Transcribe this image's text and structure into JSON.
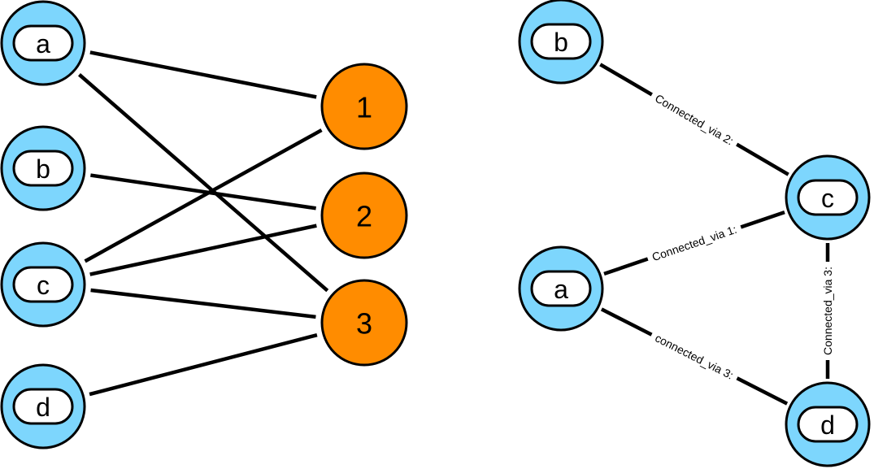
{
  "diagram": {
    "colors": {
      "entity_fill": "#7DD6FD",
      "item_fill": "#FF8C00",
      "stroke": "#000000"
    },
    "left_graph": {
      "entities": [
        {
          "id": "a",
          "label": "a"
        },
        {
          "id": "b",
          "label": "b"
        },
        {
          "id": "c",
          "label": "c"
        },
        {
          "id": "d",
          "label": "d"
        }
      ],
      "items": [
        {
          "id": "1",
          "label": "1"
        },
        {
          "id": "2",
          "label": "2"
        },
        {
          "id": "3",
          "label": "3"
        }
      ],
      "edges": [
        {
          "from": "a",
          "to": "1"
        },
        {
          "from": "a",
          "to": "3"
        },
        {
          "from": "b",
          "to": "2"
        },
        {
          "from": "c",
          "to": "1"
        },
        {
          "from": "c",
          "to": "2"
        },
        {
          "from": "c",
          "to": "3"
        },
        {
          "from": "d",
          "to": "3"
        }
      ]
    },
    "right_graph": {
      "nodes": [
        {
          "id": "b",
          "label": "b"
        },
        {
          "id": "c",
          "label": "c"
        },
        {
          "id": "a",
          "label": "a"
        },
        {
          "id": "d",
          "label": "d"
        }
      ],
      "edges": [
        {
          "from": "b",
          "to": "c",
          "label": "Connected_via 2:"
        },
        {
          "from": "a",
          "to": "c",
          "label": "Connected_via 1:"
        },
        {
          "from": "a",
          "to": "d",
          "label": "connected_via 3:"
        },
        {
          "from": "c",
          "to": "d",
          "label": "Connected_via 3:"
        }
      ]
    }
  }
}
